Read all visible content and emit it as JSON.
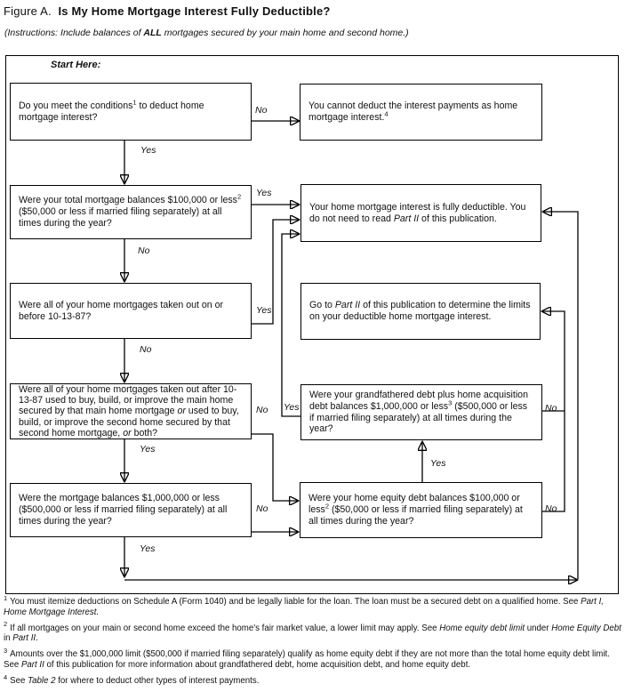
{
  "title": {
    "runs": [
      {
        "t": "Figure A.  "
      },
      {
        "t": "Is My Home Mortgage Interest Fully Deductible?",
        "s": "b"
      }
    ]
  },
  "instructions": {
    "runs": [
      {
        "t": "(Instructions: Include balances of ",
        "s": "i"
      },
      {
        "t": "ALL",
        "s": "bi"
      },
      {
        "t": " mortgages secured by your main home and second home.)",
        "s": "i"
      }
    ]
  },
  "flowchart": {
    "start_label": "Start Here:",
    "boxes": {
      "conditions": {
        "runs": [
          {
            "t": "Do you meet the conditions"
          },
          {
            "t": "1",
            "s": "sup"
          },
          {
            "t": " to deduct home mortgage interest?"
          }
        ]
      },
      "cannot_deduct": {
        "runs": [
          {
            "t": "You cannot deduct the interest payments as home mortgage interest."
          },
          {
            "t": "4",
            "s": "sup"
          }
        ]
      },
      "total_balances_100k": {
        "runs": [
          {
            "t": "Were your total mortgage balances $100,000 or less"
          },
          {
            "t": "2",
            "s": "sup"
          },
          {
            "t": " ($50,000 or less if married filing separately) at all times during the year?"
          }
        ]
      },
      "fully_deductible": {
        "runs": [
          {
            "t": "Your home mortgage interest is fully deductible. You do not need to read "
          },
          {
            "t": "Part II",
            "s": "i"
          },
          {
            "t": " of this publication."
          }
        ]
      },
      "before_101387": {
        "runs": [
          {
            "t": "Were all of your home mortgages taken out on or before 10-13-87?"
          }
        ]
      },
      "go_to_part2": {
        "runs": [
          {
            "t": "Go to "
          },
          {
            "t": "Part II",
            "s": "i"
          },
          {
            "t": " of this publication to determine the limits on your deductible home mortgage interest."
          }
        ]
      },
      "after_101387_buy_build": {
        "runs": [
          {
            "t": "Were all of your home mortgages taken out after 10-13-87 used to buy, build, or improve the main home secured by that main home mortgage "
          },
          {
            "t": "or",
            "s": "i"
          },
          {
            "t": " used to buy, build, or improve the second home secured by that second home mortgage, "
          },
          {
            "t": "or",
            "s": "i"
          },
          {
            "t": " both?"
          }
        ]
      },
      "grandfathered_plus_acquisition": {
        "runs": [
          {
            "t": "Were your grandfathered debt plus home acquisition debt balances $1,000,000 or less"
          },
          {
            "t": "3",
            "s": "sup"
          },
          {
            "t": " ($500,000 or less if married filing separately) at all times during the year?"
          }
        ]
      },
      "balances_1m": {
        "runs": [
          {
            "t": "Were the mortgage balances $1,000,000 or less ($500,000 or less if married filing separately) at all times during the year?"
          }
        ]
      },
      "home_equity_100k": {
        "runs": [
          {
            "t": "Were your home equity debt balances $100,000 or less"
          },
          {
            "t": "2",
            "s": "sup"
          },
          {
            "t": " ($50,000 or less if married filing separately) at all times during the year?"
          }
        ]
      }
    },
    "edge_labels": {
      "conditions_no": "No",
      "conditions_yes": "Yes",
      "total_yes": "Yes",
      "total_no": "No",
      "before_yes": "Yes",
      "before_no": "No",
      "after_no": "No",
      "after_yes": "Yes",
      "grandfathered_yes": "Yes",
      "grandfathered_no": "No",
      "balances1m_no": "No",
      "balances1m_yes": "Yes",
      "home_equity_yes": "Yes",
      "home_equity_no": "No"
    }
  },
  "footnotes": [
    {
      "runs": [
        {
          "t": "1",
          "s": "sup"
        },
        {
          "t": "You must itemize deductions on Schedule A (Form 1040) and be legally liable for the loan. The loan must be a secured debt on a qualified home. See "
        },
        {
          "t": "Part I, Home Mortgage Interest.",
          "s": "i"
        }
      ]
    },
    {
      "runs": [
        {
          "t": "2",
          "s": "sup"
        },
        {
          "t": "If all mortgages on your main or second home exceed the home's fair market value, a lower limit may apply. See "
        },
        {
          "t": "Home equity debt limit",
          "s": "i"
        },
        {
          "t": " under "
        },
        {
          "t": "Home Equity Debt",
          "s": "i"
        },
        {
          "t": " in "
        },
        {
          "t": "Part II",
          "s": "i"
        },
        {
          "t": "."
        }
      ]
    },
    {
      "runs": [
        {
          "t": "3",
          "s": "sup"
        },
        {
          "t": "Amounts over the $1,000,000 limit ($500,000 if married filing separately) qualify as home equity debt if they are not more than the total home equity debt limit. See "
        },
        {
          "t": "Part II",
          "s": "i"
        },
        {
          "t": " of this publication for more information about grandfathered debt, home acquisition debt, and home equity debt."
        }
      ]
    },
    {
      "runs": [
        {
          "t": "4",
          "s": "sup"
        },
        {
          "t": "See "
        },
        {
          "t": "Table 2",
          "s": "i"
        },
        {
          "t": " for where to deduct other types of interest payments."
        }
      ]
    }
  ]
}
